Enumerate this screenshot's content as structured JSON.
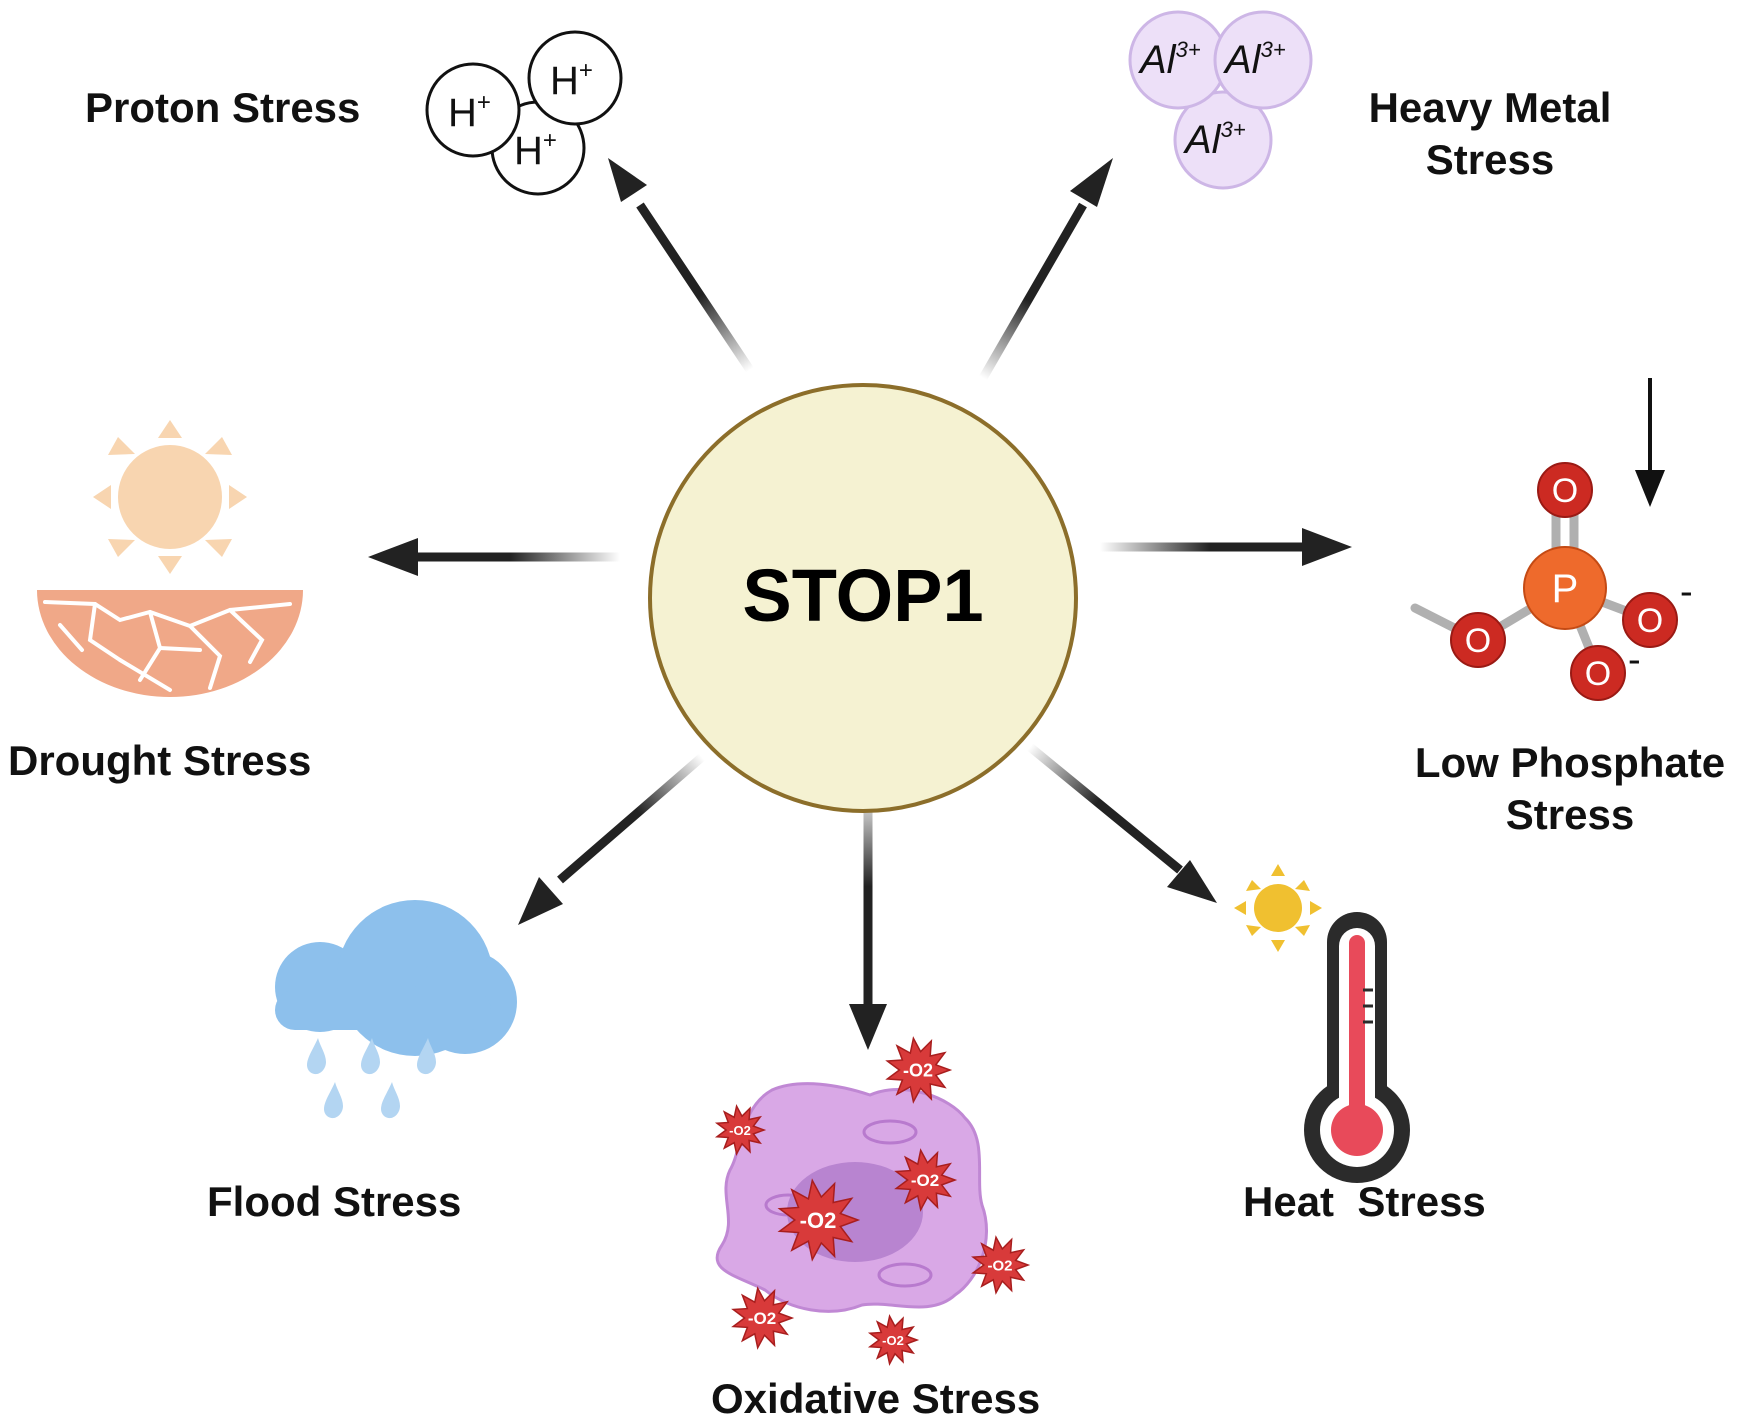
{
  "hub": {
    "label": "STOP1",
    "fill": "#f5f2d2",
    "stroke": "#8c6e2a"
  },
  "stresses": {
    "proton": {
      "label": "Proton Stress",
      "ion": "H",
      "charge": "+"
    },
    "heavy_metal": {
      "line1": "Heavy Metal",
      "line2": "Stress",
      "ion": "Al",
      "charge": "3+"
    },
    "drought": {
      "label": "Drought Stress"
    },
    "low_phosphate": {
      "line1": "Low Phosphate",
      "line2": "Stress",
      "phosphorus": "P",
      "oxygen": "O",
      "charge": "-"
    },
    "flood": {
      "label": "Flood Stress"
    },
    "oxidative": {
      "label": "Oxidative Stress",
      "radical": "O2",
      "radical_mark": "-"
    },
    "heat": {
      "label": "Heat  Stress"
    }
  },
  "icons": {
    "proton": "hydrogen-ion-cluster-icon",
    "heavy_metal": "aluminum-ion-cluster-icon",
    "drought": "sun-over-cracked-soil-icon",
    "low_phosphate": "phosphate-molecule-icon",
    "flood": "rain-cloud-icon",
    "oxidative": "cell-with-superoxide-radicals-icon",
    "heat": "sun-thermometer-icon"
  },
  "colors": {
    "arrow": "#222222",
    "text": "#111111",
    "drought_sun": "#f8d5b0",
    "drought_soil": "#f0a888",
    "aluminum_ion": "#ede0f8",
    "phosphorus": "#ee6a2c",
    "oxygen": "#cc2a22",
    "cloud": "#8dc0ec",
    "raindrop": "#b3d5f2",
    "cell": "#d9a8e6",
    "nucleus": "#b884d0",
    "radical": "#d83a3a",
    "heat_sun": "#f0c030",
    "thermometer_bulb": "#e84a5a"
  }
}
